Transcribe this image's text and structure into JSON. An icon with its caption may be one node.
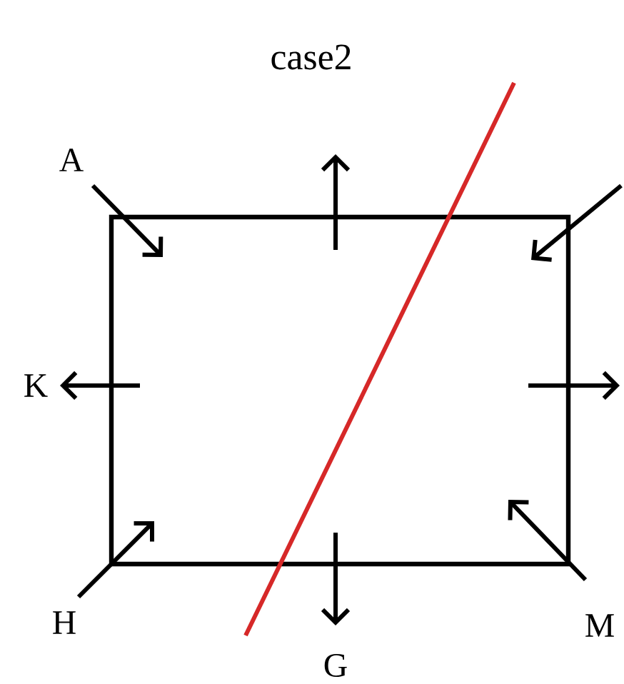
{
  "diagram": {
    "title": "case2",
    "labels": [
      "A",
      "K",
      "H",
      "G",
      "M"
    ]
  }
}
